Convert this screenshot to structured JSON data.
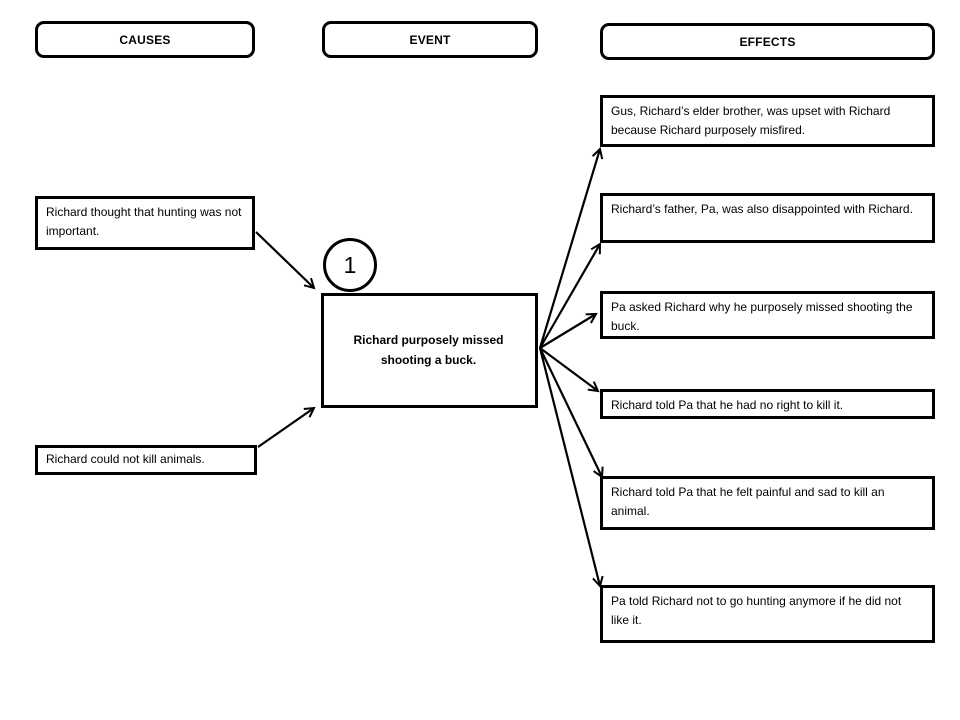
{
  "headers": {
    "causes": "CAUSES",
    "event": "EVENT",
    "effects": "EFFECTS"
  },
  "causes": [
    {
      "text": "Richard thought that hunting was not important."
    },
    {
      "text": "Richard could not kill animals."
    }
  ],
  "event": {
    "number": "1",
    "text": "Richard purposely missed shooting a buck."
  },
  "effects": [
    {
      "text": "Gus, Richard’s elder brother, was upset with Richard because Richard purposely misfired."
    },
    {
      "text": "Richard’s father, Pa, was also disappointed with Richard."
    },
    {
      "text": "Pa asked Richard why he purposely missed shooting the buck."
    },
    {
      "text": "Richard told Pa that he had no right to kill it."
    },
    {
      "text": "Richard told Pa that he felt painful and sad to kill an animal."
    },
    {
      "text": "Pa told Richard not to go hunting anymore if he did not like it."
    }
  ],
  "colors": {
    "ink": "#000000",
    "background": "#ffffff"
  }
}
